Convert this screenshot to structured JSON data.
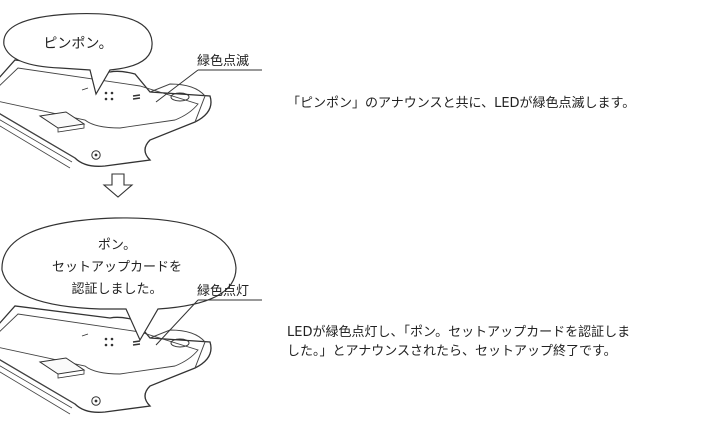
{
  "step1": {
    "speech": "ピンポン。",
    "led_label": "緑色点滅",
    "description": "「ピンポン」のアナウンスと共に、LEDが緑色点滅します。"
  },
  "step2": {
    "speech_lines": [
      "ポン。",
      "セットアップカードを",
      "認証しました。"
    ],
    "led_label": "緑色点灯",
    "description_lines": [
      "LEDが緑色点灯し、「ポン。セットアップカードを認証しま",
      "した。」とアナウンスされたら、セットアップ終了です。"
    ]
  },
  "colors": {
    "stroke": "#333333",
    "text": "#222222",
    "background": "#ffffff"
  }
}
